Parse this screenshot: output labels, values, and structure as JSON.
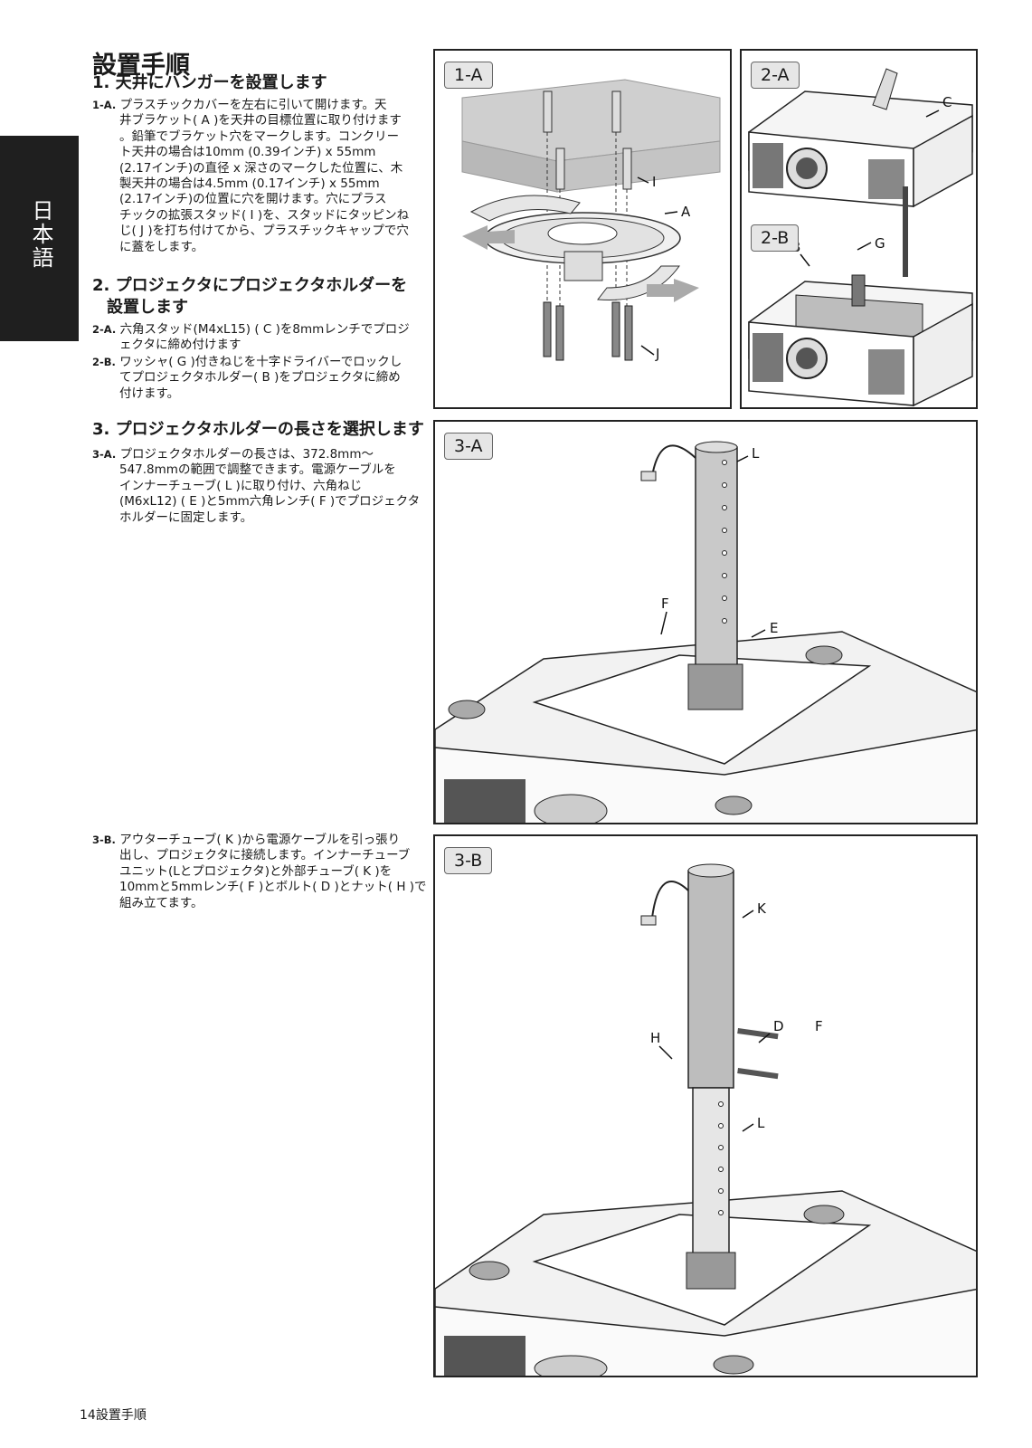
{
  "side_tab": "日本語",
  "title": "設置手順",
  "sections": [
    {
      "heading": "1. 天井にハンガーを設置します"
    },
    {
      "heading": "2. プロジェクタにプロジェクタホルダーを",
      "heading2": "設置します"
    },
    {
      "heading": "3. プロジェクタホルダーの長さを選択します"
    }
  ],
  "steps": {
    "s1a": {
      "no": "1-A.",
      "lines": [
        "プラスチックカバーを左右に引いて開けます。天",
        "井ブラケット( A )を天井の目標位置に取り付けます",
        "。鉛筆でブラケット穴をマークします。コンクリー",
        "ト天井の場合は10mm (0.39インチ) x 55mm",
        "(2.17インチ)の直径 x 深さのマークした位置に、木",
        "製天井の場合は4.5mm (0.17インチ) x 55mm",
        "(2.17インチ)の位置に穴を開けます。穴にプラス",
        "チックの拡張スタッド( I )を、スタッドにタッピンね",
        "じ( J )を打ち付けてから、プラスチックキャップで穴",
        "に蓋をします。"
      ]
    },
    "s2a": {
      "no": "2-A.",
      "lines": [
        "六角スタッド(M4xL15) ( C )を8mmレンチでプロジ",
        "ェクタに締め付けます"
      ]
    },
    "s2b": {
      "no": "2-B.",
      "lines": [
        "ワッシャ( G )付きねじを十字ドライバーでロックし",
        "てプロジェクタホルダー( B )をプロジェクタに締め",
        "付けます。"
      ]
    },
    "s3a": {
      "no": "3-A.",
      "lines": [
        "プロジェクタホルダーの長さは、372.8mm～",
        "547.8mmの範囲で調整できます。電源ケーブルを",
        "インナーチューブ( L )に取り付け、六角ねじ",
        "(M6xL12) ( E )と5mm六角レンチ( F )でプロジェクタ",
        "ホルダーに固定します。"
      ]
    },
    "s3b": {
      "no": "3-B.",
      "lines": [
        "アウターチューブ( K )から電源ケーブルを引っ張り",
        "出し、プロジェクタに接続します。インナーチューブ",
        "ユニット(Lとプロジェクタ)と外部チューブ( K )を",
        "10mmと5mmレンチ( F )とボルト( D )とナット( H )で",
        "組み立てます。"
      ]
    }
  },
  "figures": {
    "f1a": {
      "badge": "1-A",
      "labels": {
        "i": "I",
        "a": "A",
        "j": "J"
      }
    },
    "f2a": {
      "badge": "2-A",
      "labels": {
        "c": "C"
      }
    },
    "f2b": {
      "badge": "2-B",
      "labels": {
        "b": "B",
        "g": "G"
      }
    },
    "f3a": {
      "badge": "3-A",
      "labels": {
        "l": "L",
        "f": "F",
        "e": "E"
      }
    },
    "f3b": {
      "badge": "3-B",
      "labels": {
        "k": "K",
        "h": "H",
        "d": "D",
        "f": "F",
        "l": "L"
      }
    }
  },
  "footer": "14設置手順"
}
